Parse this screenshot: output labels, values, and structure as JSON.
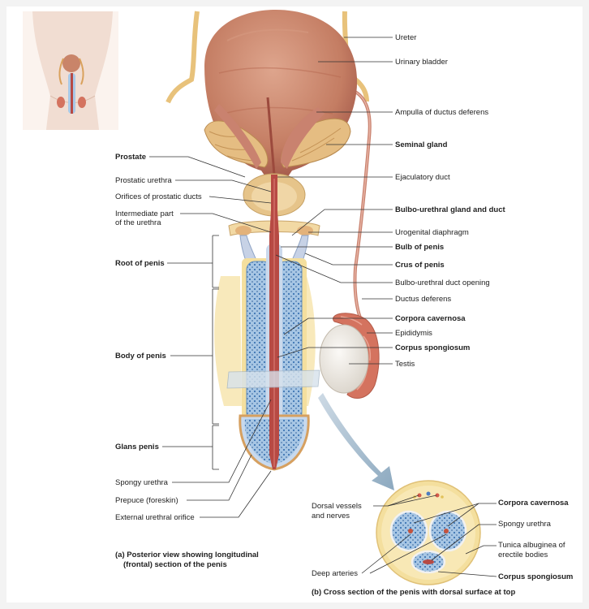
{
  "left_labels": {
    "prostate": "Prostate",
    "prostatic_urethra": "Prostatic urethra",
    "orifices": "Orifices of prostatic ducts",
    "intermediate_1": "Intermediate part",
    "intermediate_2": "of the urethra",
    "root": "Root of penis",
    "body": "Body of penis",
    "glans": "Glans penis",
    "spongy_urethra": "Spongy urethra",
    "prepuce": "Prepuce (foreskin)",
    "external_orifice": "External urethral orifice"
  },
  "right_labels": {
    "ureter": "Ureter",
    "bladder": "Urinary bladder",
    "ampulla": "Ampulla of ductus deferens",
    "seminal_gland": "Seminal gland",
    "ejaculatory_duct": "Ejaculatory duct",
    "bulbo_gland": "Bulbo-urethral gland and duct",
    "urogenital": "Urogenital diaphragm",
    "bulb": "Bulb of penis",
    "crus": "Crus of penis",
    "bulbo_opening": "Bulbo-urethral duct opening",
    "ductus": "Ductus deferens",
    "corpora_cavernosa": "Corpora cavernosa",
    "epididymis": "Epididymis",
    "corpus_spongiosum": "Corpus spongiosum",
    "testis": "Testis"
  },
  "cross_section_labels": {
    "dorsal_1": "Dorsal vessels",
    "dorsal_2": "and nerves",
    "corpora_cavernosa": "Corpora cavernosa",
    "spongy_urethra": "Spongy urethra",
    "tunica_1": "Tunica albuginea of",
    "tunica_2": "erectile bodies",
    "deep_arteries": "Deep arteries",
    "corpus_spongiosum": "Corpus spongiosum"
  },
  "captions": {
    "a_1": "(a) Posterior view showing longitudinal",
    "a_2": "(frontal) section of the penis",
    "b": "(b) Cross section of the penis with dorsal surface at top"
  },
  "colors": {
    "bladder": "#c98469",
    "erectile": "#a9c8e6",
    "urethra": "#b74a44",
    "gland": "#e6c48a",
    "fat": "#f4df9e",
    "testis": "#e9e5df",
    "epididymis": "#d4735f"
  }
}
